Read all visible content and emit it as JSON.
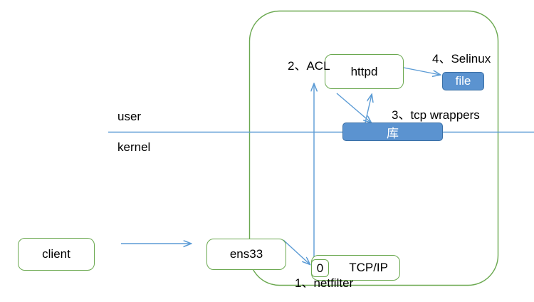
{
  "diagram": {
    "title": "Linux request flow diagram",
    "colors": {
      "green_stroke": "#6aa84f",
      "blue_fill": "#5b93d0",
      "blue_stroke": "#3a6fa5",
      "arrow_blue": "#5b9bd5",
      "divider_blue": "#5b9bd5",
      "text_black": "#000000",
      "text_white": "#ffffff",
      "background": "#ffffff"
    },
    "boxes": {
      "client": {
        "label": "client"
      },
      "ens33": {
        "label": "ens33"
      },
      "httpd": {
        "label": "httpd"
      },
      "tcpip": {
        "label": "TCP/IP"
      },
      "zero": {
        "label": "0"
      },
      "library": {
        "label": "库"
      },
      "file": {
        "label": "file"
      },
      "server_host": {
        "label": ""
      }
    },
    "labels": {
      "user": "user",
      "kernel": "kernel",
      "step1": "1、netfilter",
      "step2": "2、ACL",
      "step3": "3、tcp wrappers",
      "step4": "4、Selinux"
    },
    "arrows": [
      {
        "name": "client-to-ens33",
        "from": "client",
        "to": "ens33"
      },
      {
        "name": "ens33-to-netfilter",
        "from": "ens33",
        "to": "zero"
      },
      {
        "name": "netfilter-to-acl",
        "from": "tcpip",
        "to": "httpd"
      },
      {
        "name": "httpd-to-library",
        "from": "httpd",
        "to": "library"
      },
      {
        "name": "library-to-httpd",
        "from": "library",
        "to": "httpd"
      },
      {
        "name": "httpd-to-file",
        "from": "httpd",
        "to": "file"
      }
    ]
  }
}
